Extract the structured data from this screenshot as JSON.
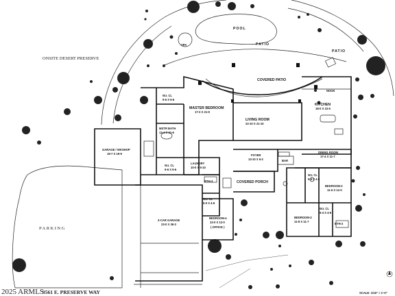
{
  "address": "3561 E. PRESERVE WAY",
  "watermark": "2025 ARMLS",
  "scale_note": "SCALE: 1/16\" = 1'-0\"",
  "site": {
    "preserve": "ONSITE DESERT PRESERVE",
    "parking": "PARKING",
    "pool": "POOL",
    "spa": "SPA",
    "patio1": "PATIO",
    "patio2": "PATIO"
  },
  "rooms": {
    "covered_patio": {
      "name": "COVERED PATIO"
    },
    "nook": {
      "name": "NOOK"
    },
    "kitchen": {
      "name": "KITCHEN",
      "size": "18-0 X 22-6"
    },
    "master_bedroom": {
      "name": "MASTER BEDROOM",
      "size": "17-3 X 21-9"
    },
    "living_room": {
      "name": "LIVING ROOM",
      "size": "22-10 X 21-10"
    },
    "wic_top": {
      "name": "W.I. CL",
      "size": "9-6 X 9-6"
    },
    "mstr_bath": {
      "name": "MSTR BATH",
      "size": "13-4 X 21-6"
    },
    "garage_wkshop": {
      "name": "GARAGE / WKSHOP",
      "size": "19-7 X 19-9"
    },
    "wic_mid": {
      "name": "W.I. CL",
      "size": "9-6 X 9-6"
    },
    "laundry": {
      "name": "LAUNDRY",
      "size": "10-0 X 5-10"
    },
    "foyer": {
      "name": "FOYER",
      "size": "13-10 X 6-2"
    },
    "bar": {
      "name": "BAR"
    },
    "dining_room": {
      "name": "DINING ROOM",
      "size": "17-4 X 11-7"
    },
    "bth3": {
      "name": "BTH-3"
    },
    "covered_porch": {
      "name": "COVERED PORCH"
    },
    "wic_bed2": {
      "name": "W.I. CL",
      "size": "5-4 X 4-6"
    },
    "bedroom2": {
      "name": "BEDROOM-2",
      "size": "11-5 X 12-0"
    },
    "wic_bed4": {
      "name": "W.I. CL",
      "size": "5-0 X 4-6"
    },
    "car_garage": {
      "name": "3-CAR GARAGE",
      "size": "23-0 X 36-3"
    },
    "bedroom4": {
      "name": "BEDROOM-4",
      "size": "12-0 X 12-0",
      "note": "( OFFICE )"
    },
    "bedroom3": {
      "name": "BEDROOM-3",
      "size": "11-8 X 11-7"
    },
    "wic_bed3": {
      "name": "W.I. CL",
      "size": "5-4 X 4-6"
    },
    "bth2": {
      "name": "BTH-2"
    }
  }
}
